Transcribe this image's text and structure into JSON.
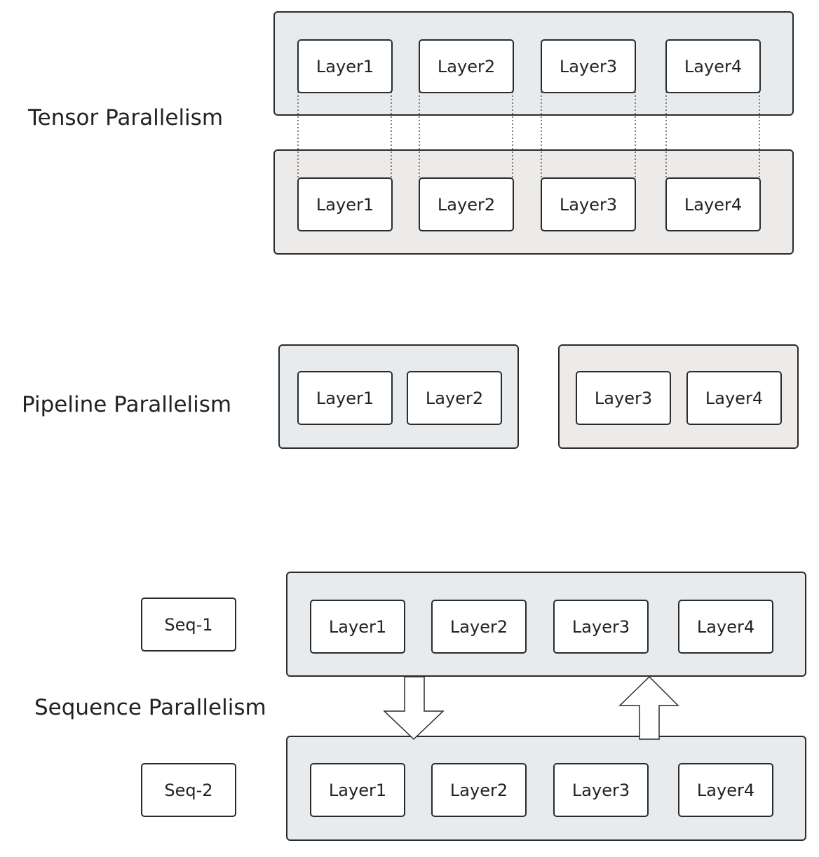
{
  "tensor": {
    "label": "Tensor Parallelism",
    "row1": [
      "Layer1",
      "Layer2",
      "Layer3",
      "Layer4"
    ],
    "row2": [
      "Layer1",
      "Layer2",
      "Layer3",
      "Layer4"
    ]
  },
  "pipeline": {
    "label": "Pipeline Parallelism",
    "stage1": [
      "Layer1",
      "Layer2"
    ],
    "stage2": [
      "Layer3",
      "Layer4"
    ]
  },
  "sequence": {
    "label": "Sequence Parallelism",
    "seq1": "Seq-1",
    "seq2": "Seq-2",
    "row1": [
      "Layer1",
      "Layer2",
      "Layer3",
      "Layer4"
    ],
    "row2": [
      "Layer1",
      "Layer2",
      "Layer3",
      "Layer4"
    ]
  },
  "colors": {
    "group_blue": "#e8ebee",
    "group_beige": "#ecebe9",
    "outline": "#2b2b2b"
  }
}
